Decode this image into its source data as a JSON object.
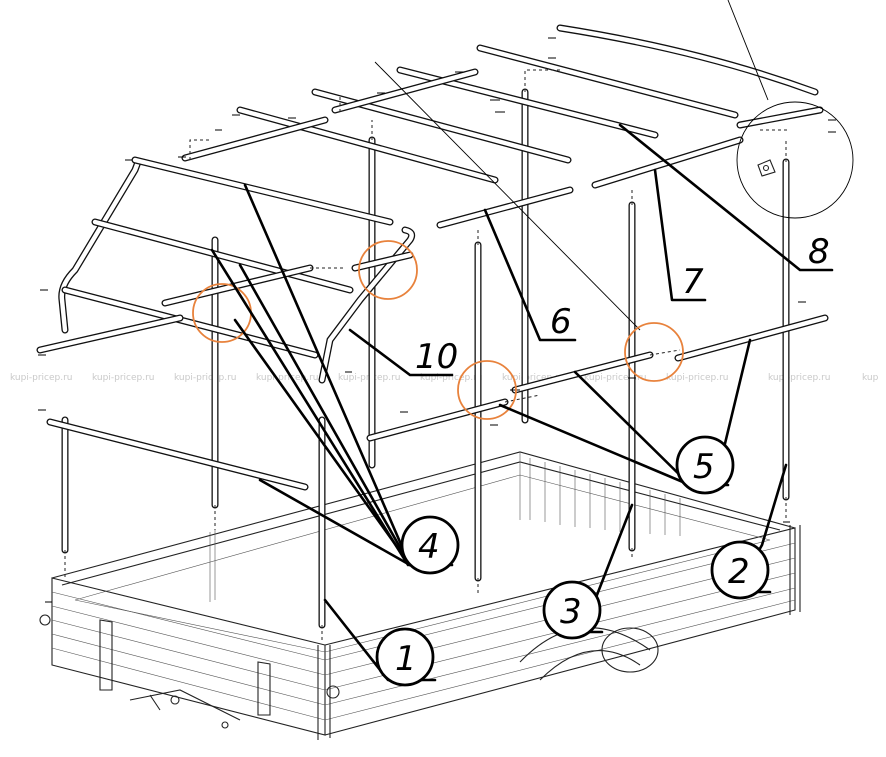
{
  "callouts": {
    "c1": "1",
    "c2": "2",
    "c3": "3",
    "c4": "4",
    "c5": "5",
    "c6": "6",
    "c7": "7",
    "c8": "8",
    "c10": "10"
  },
  "watermark": {
    "w1": "kupi-pricep.ru",
    "w2": "kupi-pricep.ru",
    "w3": "kupi-pricep.ru",
    "w4": "kupi-pricep.ru",
    "w5": "kupi-pricep.ru",
    "w6": "kupi-pricep.ru",
    "w7": "kupi-pricep.ru",
    "w8": "kupi-pricep.ru",
    "w9": "kupi-pricep.ru",
    "w10": "kupi-pricep.ru",
    "w11": "kup"
  },
  "colors": {
    "ink": "#111111",
    "joint_highlight": "#e8823c",
    "watermark": "#c9c9c9"
  }
}
